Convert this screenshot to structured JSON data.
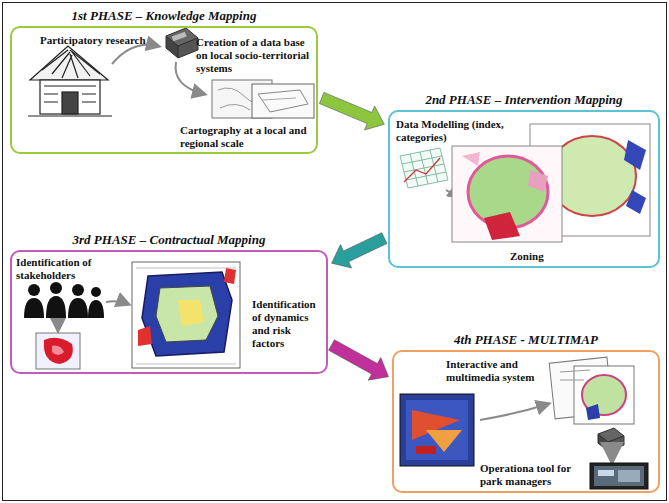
{
  "diagram": {
    "nodes": [
      {
        "text": [
          "1st PHASE – Knowledge Mapping",
          "Participatory research",
          "Creation of a data base on local socio-territorial systems",
          "Cartography at a local and regional scale"
        ]
      },
      {
        "text": [
          "2nd PHASE – Intervention Mapping",
          "Data Modelling (index, categories)",
          "Zoning"
        ]
      },
      {
        "text": [
          "3rd PHASE – Contractual Mapping",
          "Identification of stakeholders",
          "Identification of dynamics and risk factors"
        ]
      },
      {
        "text": [
          "4th PHASE - MULTIMAP",
          "Interactive and multimedia system",
          "Operationa tool for park managers"
        ]
      }
    ],
    "edges": [
      {
        "from": 0,
        "to": 1,
        "arrow": "to"
      },
      {
        "from": 1,
        "to": 2,
        "arrow": "to"
      },
      {
        "from": 2,
        "to": 3,
        "arrow": "to"
      }
    ]
  }
}
